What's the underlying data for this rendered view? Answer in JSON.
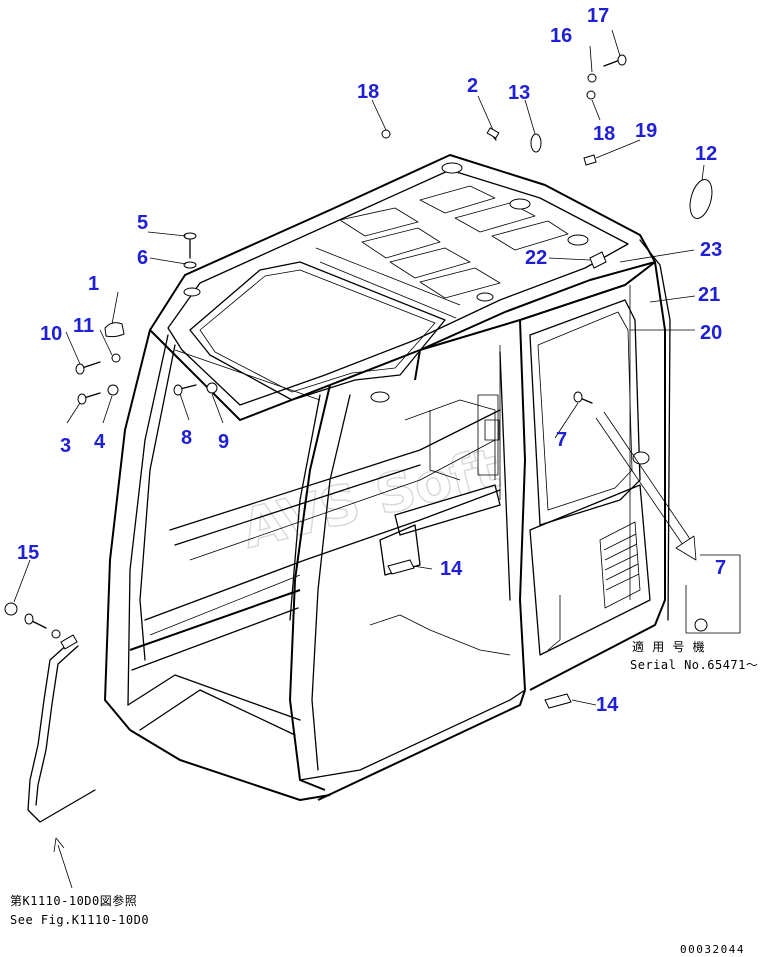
{
  "diagram": {
    "callouts": [
      {
        "id": "c1",
        "label": "1"
      },
      {
        "id": "c2",
        "label": "2"
      },
      {
        "id": "c3",
        "label": "3"
      },
      {
        "id": "c4",
        "label": "4"
      },
      {
        "id": "c5",
        "label": "5"
      },
      {
        "id": "c6",
        "label": "6"
      },
      {
        "id": "c7a",
        "label": "7"
      },
      {
        "id": "c7b",
        "label": "7"
      },
      {
        "id": "c8",
        "label": "8"
      },
      {
        "id": "c9",
        "label": "9"
      },
      {
        "id": "c10",
        "label": "10"
      },
      {
        "id": "c11",
        "label": "11"
      },
      {
        "id": "c12",
        "label": "12"
      },
      {
        "id": "c13",
        "label": "13"
      },
      {
        "id": "c14a",
        "label": "14"
      },
      {
        "id": "c14b",
        "label": "14"
      },
      {
        "id": "c15",
        "label": "15"
      },
      {
        "id": "c16",
        "label": "16"
      },
      {
        "id": "c17",
        "label": "17"
      },
      {
        "id": "c18a",
        "label": "18"
      },
      {
        "id": "c18b",
        "label": "18"
      },
      {
        "id": "c19",
        "label": "19"
      },
      {
        "id": "c20",
        "label": "20"
      },
      {
        "id": "c21",
        "label": "21"
      },
      {
        "id": "c22",
        "label": "22"
      },
      {
        "id": "c23",
        "label": "23"
      }
    ],
    "serial_note_jp": "適 用 号 機",
    "serial_note_en": "Serial No.65471～",
    "reference_note_jp": "第K1110-10D0図参照",
    "reference_note_en": "See Fig.K1110-10D0",
    "watermark": "AVS Soft",
    "drawing_number": "00032044"
  }
}
